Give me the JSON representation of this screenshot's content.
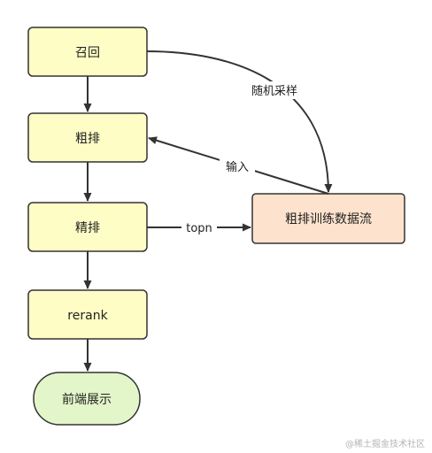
{
  "nodes": {
    "recall": "召回",
    "coarse_rank": "粗排",
    "fine_rank": "精排",
    "rerank": "rerank",
    "frontend_display": "前端展示",
    "coarse_training_stream": "粗排训练数据流"
  },
  "edges": {
    "random_sampling": "随机采样",
    "input": "输入",
    "topn": "topn"
  },
  "watermark": "@稀土掘金技术社区",
  "colors": {
    "process_fill": "#fdfdc5",
    "end_fill": "#e3f6c9",
    "data_fill": "#fde3cd",
    "stroke": "#333333"
  }
}
